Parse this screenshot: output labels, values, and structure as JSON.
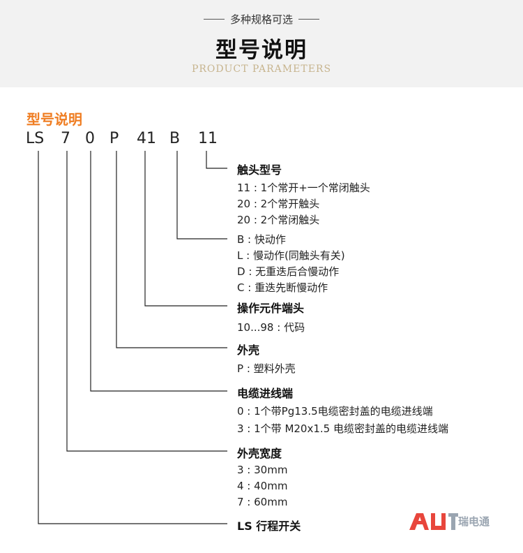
{
  "header": {
    "subtitle": "多种规格可选",
    "title": "型号说明",
    "english": "PRODUCT PARAMETERS"
  },
  "section_label": "型号说明",
  "code_parts": [
    "LS",
    "7",
    "0",
    "P",
    "41",
    "B",
    "11"
  ],
  "groups": {
    "contact": {
      "title": "触头型号",
      "items": [
        "11 : 1个常开+一个常闭触头",
        "20 : 2个常开触头",
        "20 : 2个常闭触头"
      ]
    },
    "action": {
      "items": [
        "B : 快动作",
        "L : 慢动作(同触头有关)",
        "D : 无重迭后合慢动作",
        "C : 重迭先断慢动作"
      ]
    },
    "element": {
      "title": "操作元件端头",
      "items": [
        "10...98 : 代码"
      ]
    },
    "housing": {
      "title": "外壳",
      "items": [
        "P : 塑料外壳"
      ]
    },
    "cable": {
      "title": "电缆进线端",
      "items": [
        "0 : 1个带Pg13.5电缆密封盖的电缆进线端",
        "3 : 1个带 M20x1.5 电缆密封盖的电缆进线端"
      ]
    },
    "width": {
      "title": "外壳宽度",
      "items": [
        "3 : 30mm",
        "4 : 40mm",
        "7 : 60mm"
      ]
    },
    "series": {
      "title": "LS  行程开关"
    }
  },
  "logo": {
    "text": "瑞电通",
    "accent_color": "#e8463c",
    "grey_color": "#9aa5b1"
  },
  "colors": {
    "header_bg": "#f2f2f2",
    "label_orange": "#ef7d22",
    "english_gold": "#c7b48e"
  }
}
